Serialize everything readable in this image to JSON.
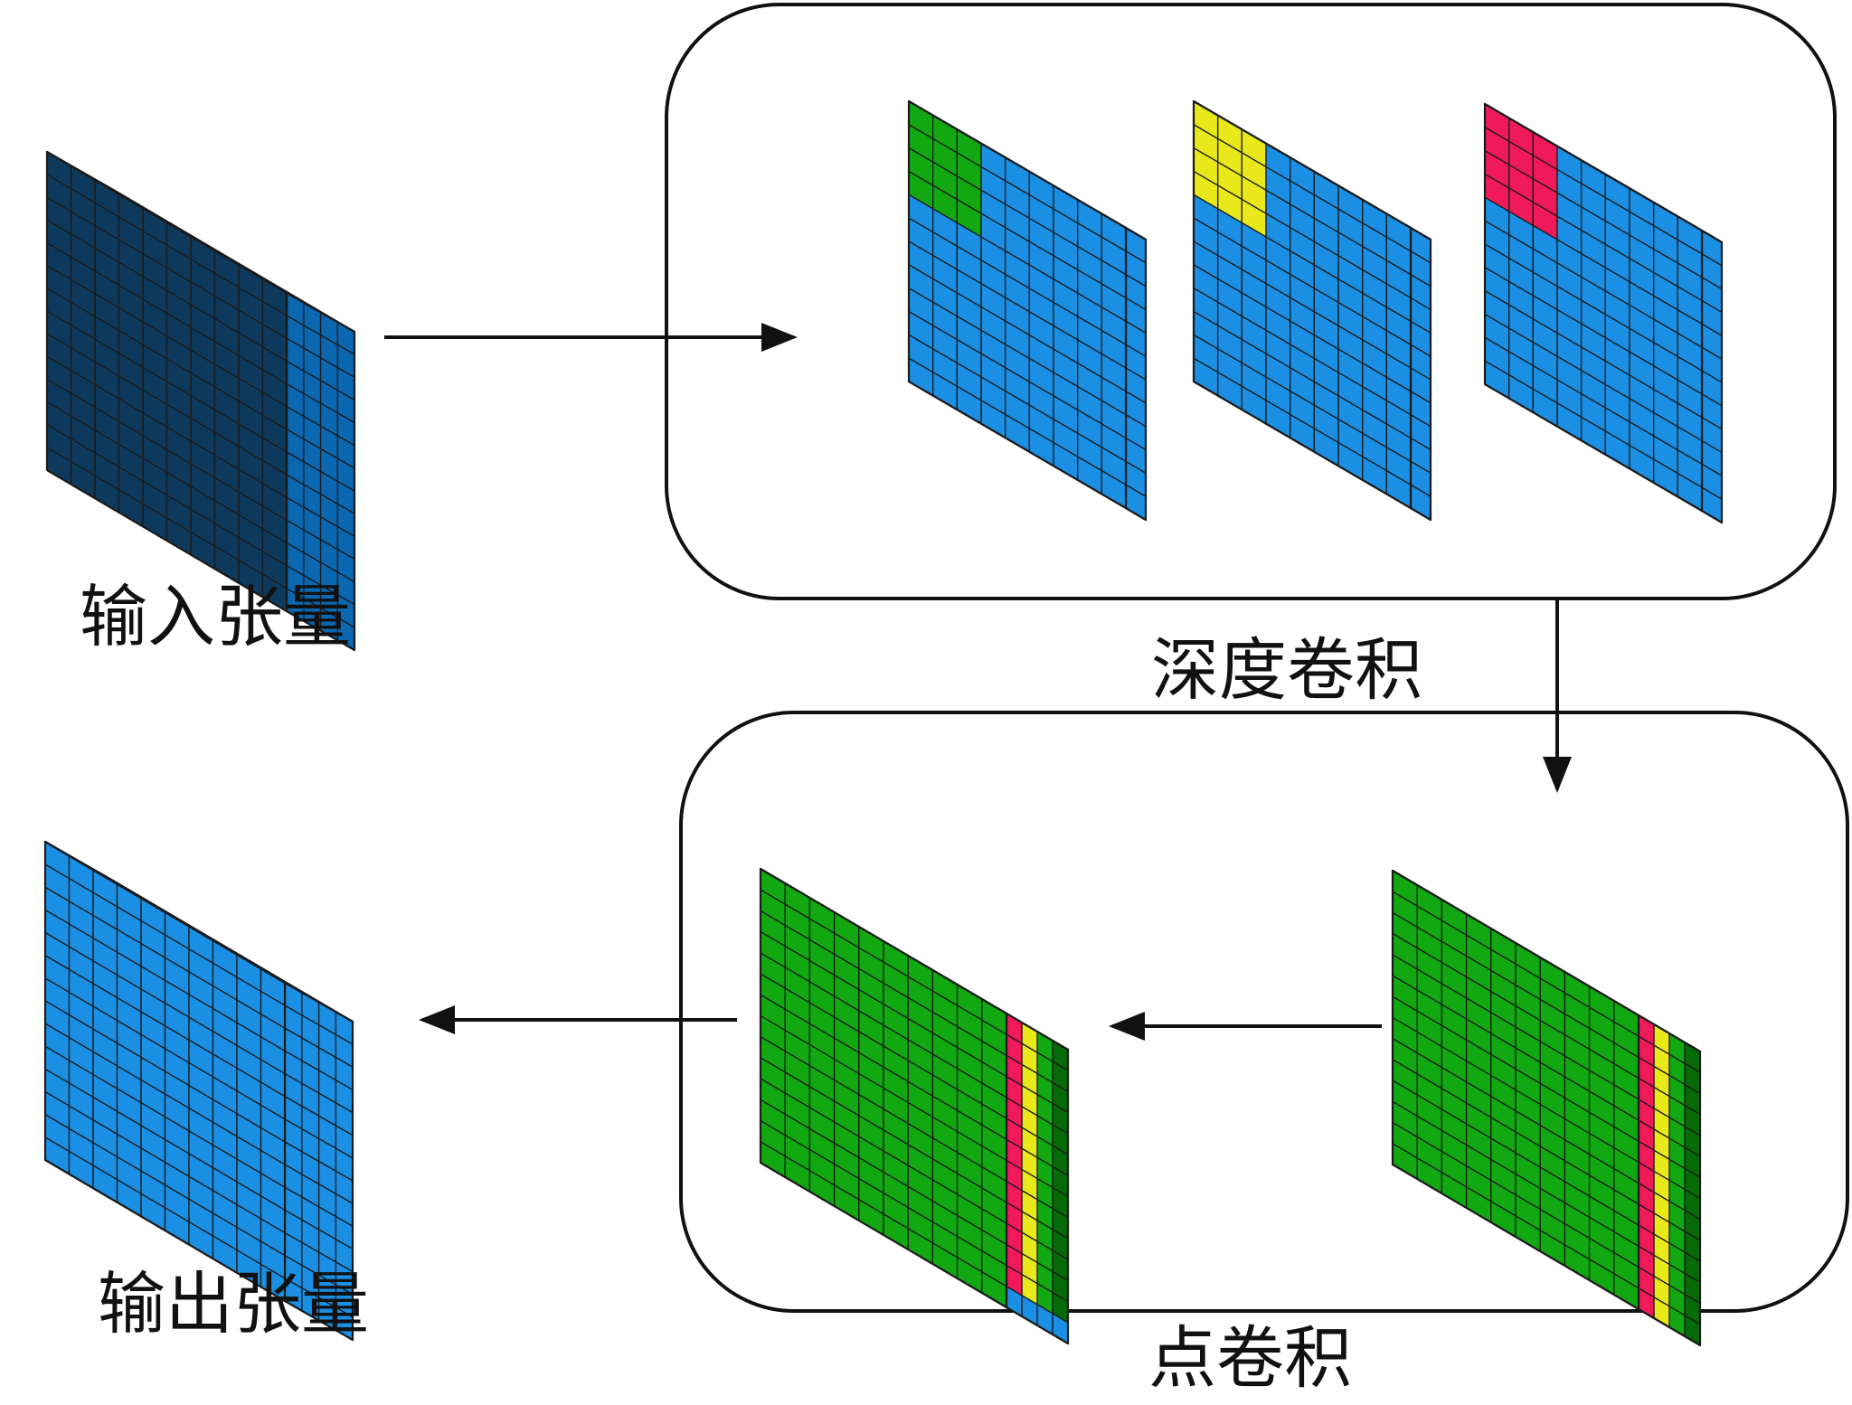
{
  "labels": {
    "input_tensor": "输入张量",
    "depthwise_conv": "深度卷积",
    "output_tensor": "输出张量",
    "pointwise_conv": "点卷积"
  },
  "colors": {
    "input_front": "#0d3a5c",
    "input_top": "#0a67b0",
    "input_side": "#0a67b0",
    "blue_front": "#1a8fe3",
    "blue_top": "#1a8fe3",
    "blue_side": "#1a8fe3",
    "green": "#11a811",
    "green_dark": "#066b06",
    "yellow": "#e8e81a",
    "red": "#f0195a",
    "outline": "#111111",
    "grid": "#1a1a1a"
  },
  "diagram": {
    "components": [
      "input-tensor",
      "depthwise-group",
      "depthwise-slice-green",
      "depthwise-slice-yellow",
      "depthwise-slice-red",
      "pointwise-group",
      "pointwise-stack-right",
      "pointwise-stack-left",
      "output-tensor"
    ],
    "edges": [
      {
        "from": "input-tensor",
        "to": "depthwise-group"
      },
      {
        "from": "depthwise-group",
        "to": "pointwise-group"
      },
      {
        "from": "pointwise-stack-right",
        "to": "pointwise-stack-left"
      },
      {
        "from": "pointwise-group",
        "to": "output-tensor"
      }
    ]
  }
}
